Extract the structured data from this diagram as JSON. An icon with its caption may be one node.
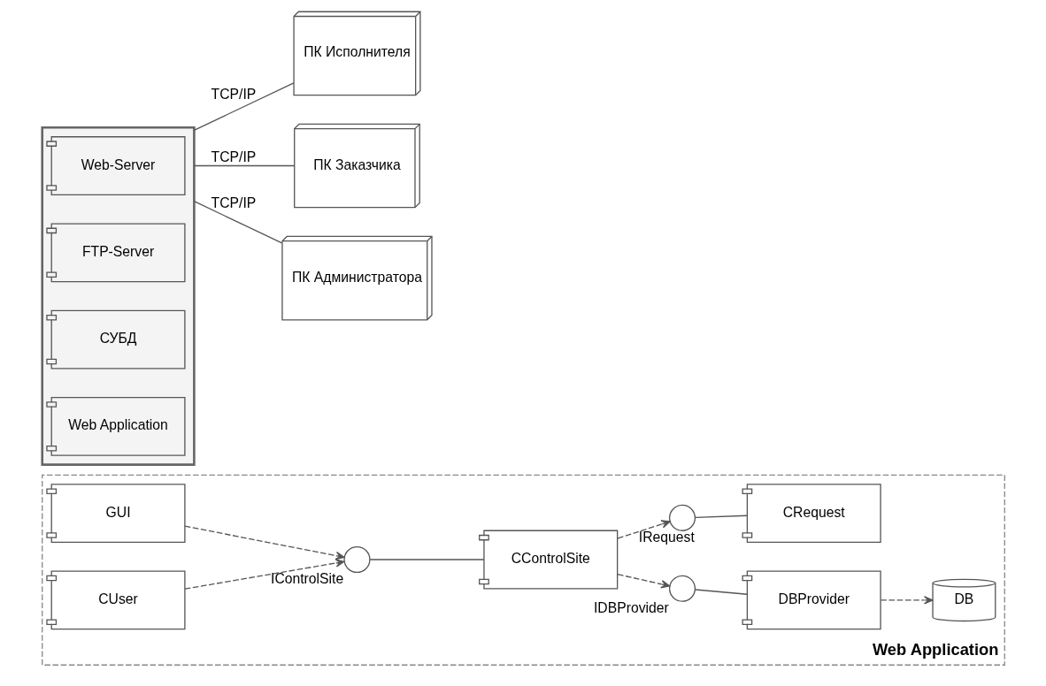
{
  "diagram": {
    "nodes": [
      {
        "text": [
          "Web Application"
        ]
      },
      {
        "text": [
          "GUI"
        ],
        "in": 0
      },
      {
        "text": [
          "CUser"
        ],
        "in": 0
      },
      {
        "text": [
          "IControlSite"
        ],
        "in": 0
      },
      {
        "text": [
          "CControlSite"
        ],
        "in": 0
      },
      {
        "text": [
          "IDBProvider"
        ],
        "in": 0
      },
      {
        "text": [
          "DBProvider"
        ],
        "in": 0
      },
      {
        "text": [
          "DB"
        ],
        "in": 0
      },
      {
        "text": [
          "IRequest"
        ],
        "in": 0
      },
      {
        "text": [
          "CRequest"
        ],
        "in": 0
      },
      {
        "text": [],
        "shape": "box"
      },
      {
        "text": [
          "Web-Server"
        ],
        "in": 10
      },
      {
        "text": [
          "FTP-Server"
        ],
        "in": 10
      },
      {
        "text": [
          "СУБД"
        ],
        "in": 10
      },
      {
        "text": [
          "Web Application"
        ],
        "in": 10
      },
      {
        "text": [
          "ПК Исполнителя"
        ]
      },
      {
        "text": [
          "ПК Заказчика"
        ]
      },
      {
        "text": [
          "ПК Администратора"
        ]
      }
    ],
    "edges": [
      {
        "from": 1,
        "to": 3,
        "arrow": "to",
        "style": "dashed"
      },
      {
        "from": 2,
        "to": 3,
        "arrow": "to",
        "style": "dashed"
      },
      {
        "from": 3,
        "to": 4,
        "arrow": "none"
      },
      {
        "from": 4,
        "to": 5,
        "arrow": "to",
        "style": "dashed"
      },
      {
        "from": 5,
        "to": 6,
        "arrow": "none"
      },
      {
        "from": 6,
        "to": 7,
        "arrow": "to",
        "style": "dashed"
      },
      {
        "from": 4,
        "to": 8,
        "arrow": "to",
        "style": "dashed"
      },
      {
        "from": 8,
        "to": 9,
        "arrow": "none"
      },
      {
        "from": 10,
        "to": 15,
        "label": "TCP/IP",
        "arrow": "none"
      },
      {
        "from": 10,
        "to": 16,
        "label": "TCP/IP",
        "arrow": "none"
      },
      {
        "from": 10,
        "to": 17,
        "label": "TCP/IP",
        "arrow": "none"
      }
    ]
  }
}
